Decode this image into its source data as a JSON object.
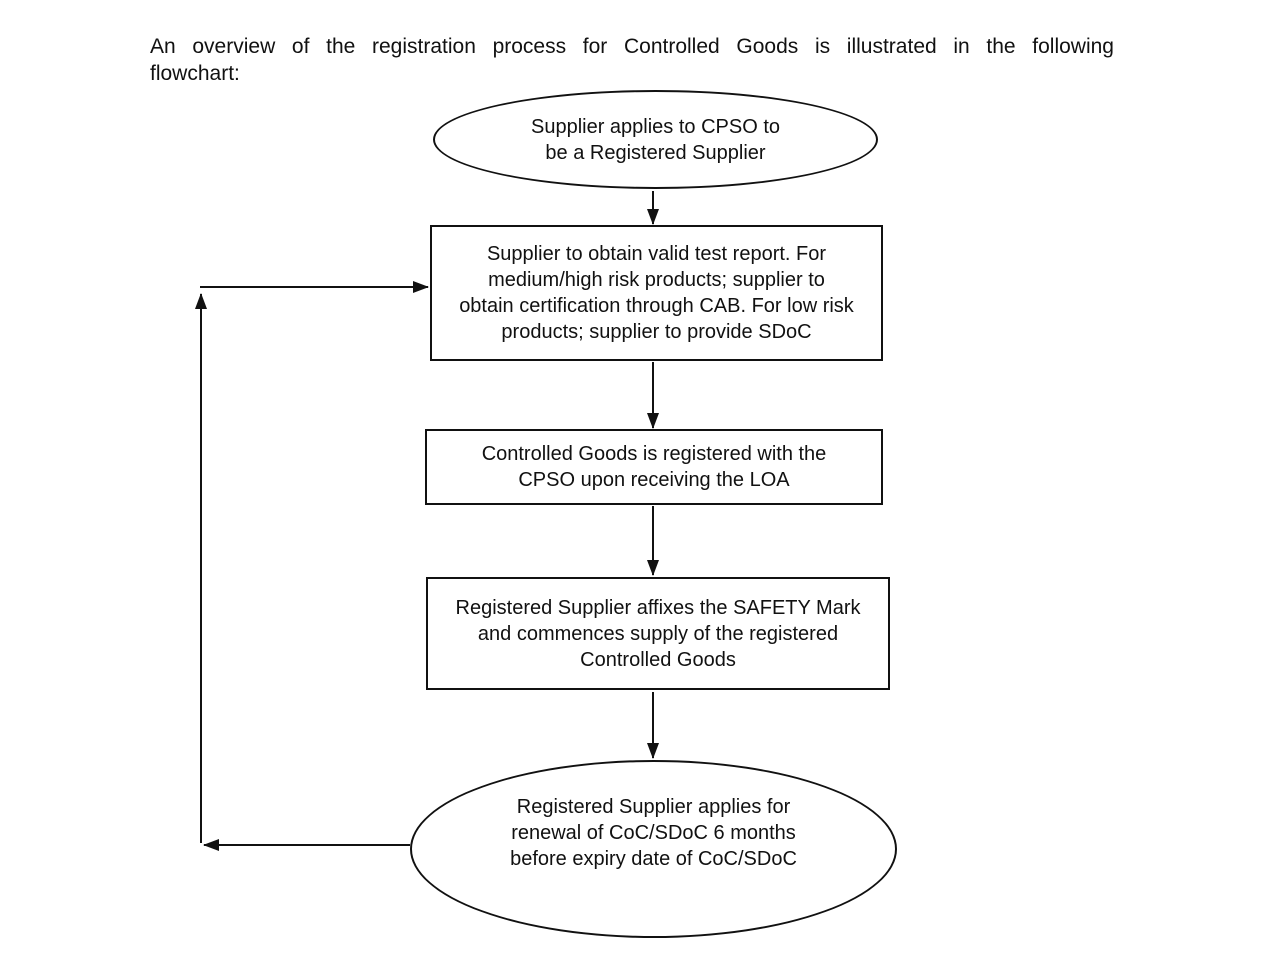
{
  "page": {
    "background": "#ffffff",
    "line_color": "#111111"
  },
  "intro": {
    "line1": "An overview of the registration process for Controlled Goods is illustrated in the following",
    "line2": "flowchart:"
  },
  "flowchart": {
    "nodes": [
      {
        "id": "start",
        "shape": "ellipse",
        "lines": [
          "Supplier applies to CPSO to",
          "be a Registered Supplier"
        ]
      },
      {
        "id": "test-report",
        "shape": "rect",
        "lines": [
          "Supplier to obtain valid test report. For",
          "medium/high risk products; supplier to",
          "obtain certification through CAB. For low risk",
          "products; supplier to provide SDoC"
        ]
      },
      {
        "id": "register",
        "shape": "rect",
        "lines": [
          "Controlled Goods is registered with the",
          "CPSO upon receiving the LOA"
        ]
      },
      {
        "id": "safety-mark",
        "shape": "rect",
        "lines": [
          "Registered Supplier affixes the SAFETY Mark",
          "and commences supply of the registered",
          "Controlled Goods"
        ]
      },
      {
        "id": "renewal",
        "shape": "ellipse",
        "lines": [
          "Registered Supplier applies for",
          "renewal of CoC/SDoC 6 months",
          "before expiry date of CoC/SDoC"
        ]
      }
    ],
    "connectors": [
      "start-to-test-report",
      "test-report-to-register",
      "register-to-safety-mark",
      "safety-mark-to-renewal",
      "renewal-loop-back-to-test-report"
    ]
  }
}
